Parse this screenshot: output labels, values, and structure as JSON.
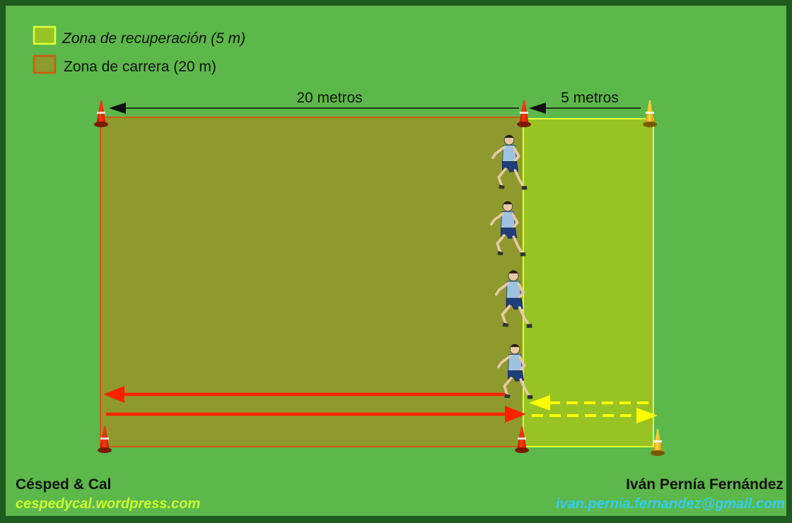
{
  "legend": {
    "recovery_zone": "Zona de recuperación (5 m)",
    "running_zone": "Zona de carrera (20 m)"
  },
  "dimensions": {
    "running_label": "20 metros",
    "recovery_label": "5 metros"
  },
  "footer": {
    "brand": "Césped & Cal",
    "brand_url": "cespedycal.wordpress.com",
    "author": "Iván Pernía Fernández",
    "author_email": "ivan.pernia.fernandez@gmail.com"
  },
  "colors": {
    "field": "#5cb84a",
    "border": "#1f5a1f",
    "running_zone": "#8e9a2c",
    "running_zone_border": "#d05a10",
    "recovery_zone": "#97c424",
    "recovery_zone_border": "#e0ff40",
    "run_arrow": "#ff2200",
    "recovery_arrow": "#ffff00",
    "cone_red": "#ff2a00",
    "cone_yellow": "#ffc800"
  },
  "players_count": 4
}
